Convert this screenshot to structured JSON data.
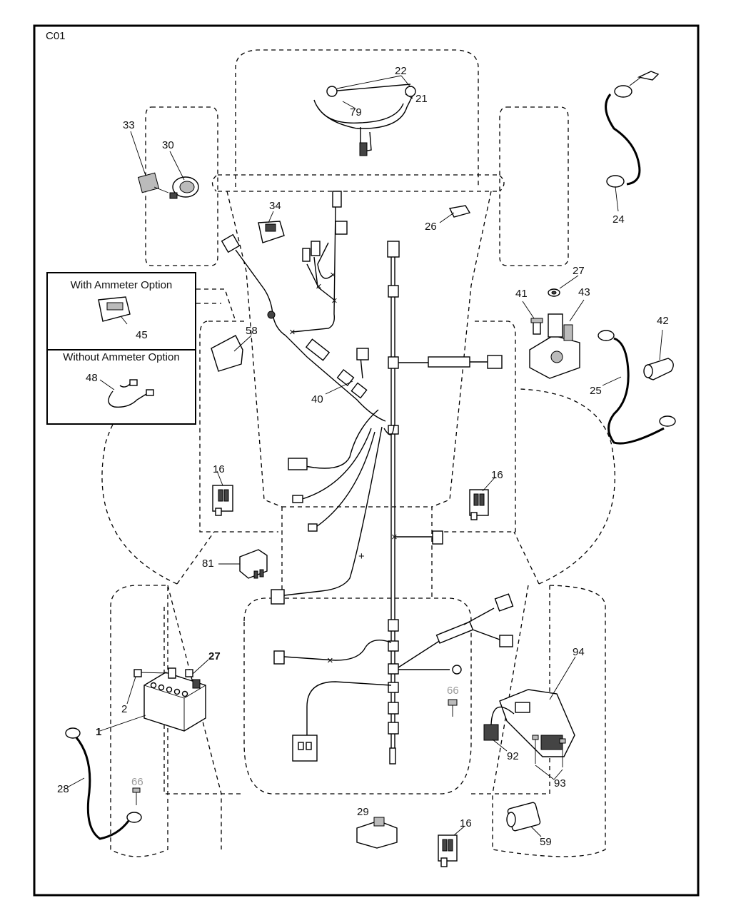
{
  "diagram_code": "C01",
  "options": {
    "with_ammeter": "With Ammeter Option",
    "without_ammeter": "Without Ammeter Option"
  },
  "part_labels": {
    "p1": "1",
    "p2": "2",
    "p16a": "16",
    "p16b": "16",
    "p16c": "16",
    "p21": "21",
    "p22": "22",
    "p24": "24",
    "p25": "25",
    "p26": "26",
    "p27a": "27",
    "p27b": "27",
    "p28": "28",
    "p29": "29",
    "p30": "30",
    "p33": "33",
    "p34": "34",
    "p40": "40",
    "p41": "41",
    "p42": "42",
    "p43": "43",
    "p45": "45",
    "p48": "48",
    "p58": "58",
    "p59": "59",
    "p66a": "66",
    "p66b": "66",
    "p79": "79",
    "p81": "81",
    "p92": "92",
    "p93": "93",
    "p94": "94"
  }
}
